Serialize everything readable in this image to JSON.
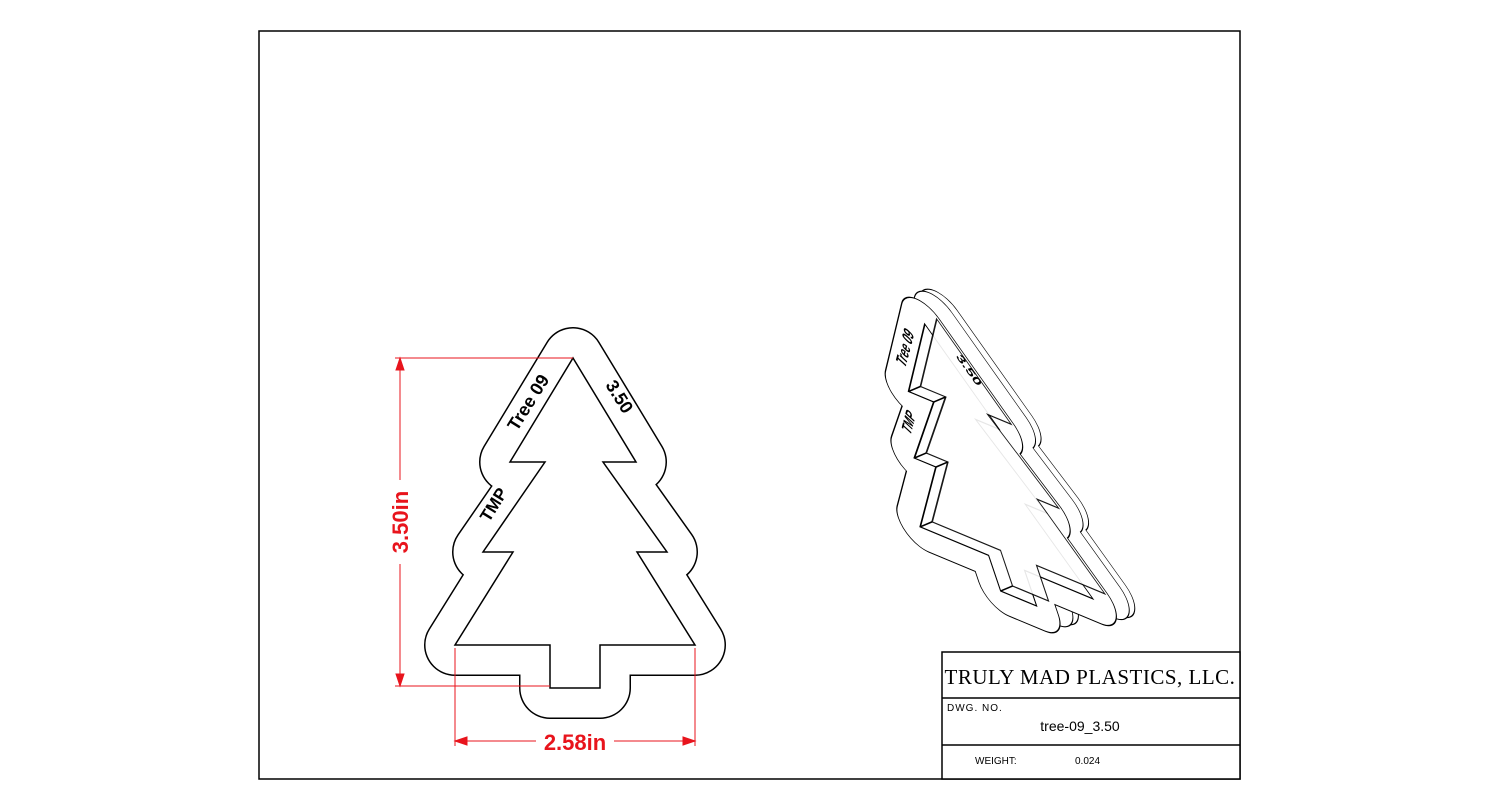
{
  "drawing": {
    "front_view": {
      "labels": {
        "name": "Tree 09",
        "size": "3.50",
        "brand": "TMP"
      },
      "dimensions": {
        "height": "3.50in",
        "width": "2.58in"
      }
    },
    "iso_view": {
      "labels": {
        "name": "Tree 09",
        "size": "3.50",
        "brand": "TMP"
      }
    },
    "dimension_color": "#e8141c"
  },
  "title_block": {
    "company": "TRULY MAD PLASTICS, LLC.",
    "dwg_no_label": "DWG.  NO.",
    "dwg_no": "tree-09_3.50",
    "weight_label": "WEIGHT:",
    "weight": "0.024"
  }
}
